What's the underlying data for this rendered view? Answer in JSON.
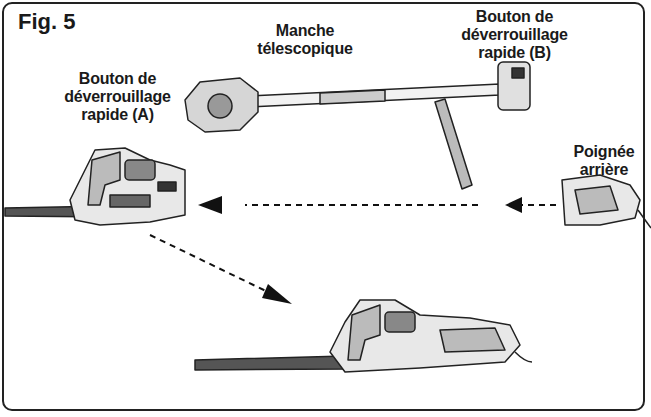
{
  "diagram": {
    "title": "Fig. 5",
    "labels": [
      "Manche télescopique",
      "Bouton de déverrouillage rapide (B)",
      "Bouton de déverrouillage rapide (A)",
      "Poignée arrière"
    ]
  }
}
